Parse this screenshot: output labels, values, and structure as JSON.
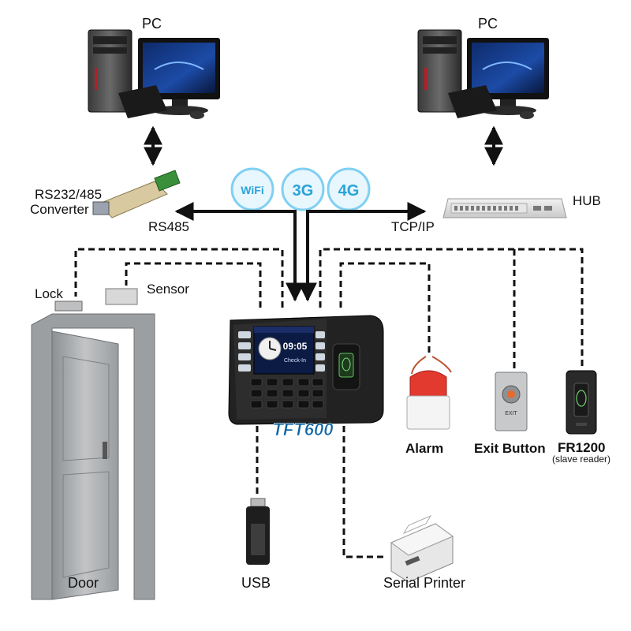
{
  "labels": {
    "pc_left": "PC",
    "pc_right": "PC",
    "converter_line1": "RS232/485",
    "converter_line2": "Converter",
    "rs485": "RS485",
    "tcpip": "TCP/IP",
    "hub": "HUB",
    "lock": "Lock",
    "sensor": "Sensor",
    "door": "Door",
    "usb": "USB",
    "serial_printer": "Serial Printer",
    "alarm": "Alarm",
    "exit_button": "Exit Button",
    "fr1200": "FR1200",
    "fr1200_sub": "(slave reader)",
    "device_model": "TFT600"
  },
  "badges": {
    "wifi": "WiFi",
    "g3": "3G",
    "g4": "4G"
  },
  "device_screen": {
    "time": "09:05",
    "status": "Check-In"
  },
  "exit_plate_text": "EXIT",
  "colors": {
    "wire": "#111111",
    "badge": "#2aa4d8",
    "model_text": "#0d66a8",
    "device_body": "#222222",
    "door": "#a7aaad"
  },
  "icons": {
    "pc": "desktop-computer-icon",
    "converter": "serial-converter-icon",
    "hub": "network-hub-icon",
    "usb": "usb-drive-icon",
    "printer": "receipt-printer-icon",
    "alarm": "siren-icon",
    "exit": "exit-button-icon",
    "reader": "fingerprint-reader-icon"
  }
}
